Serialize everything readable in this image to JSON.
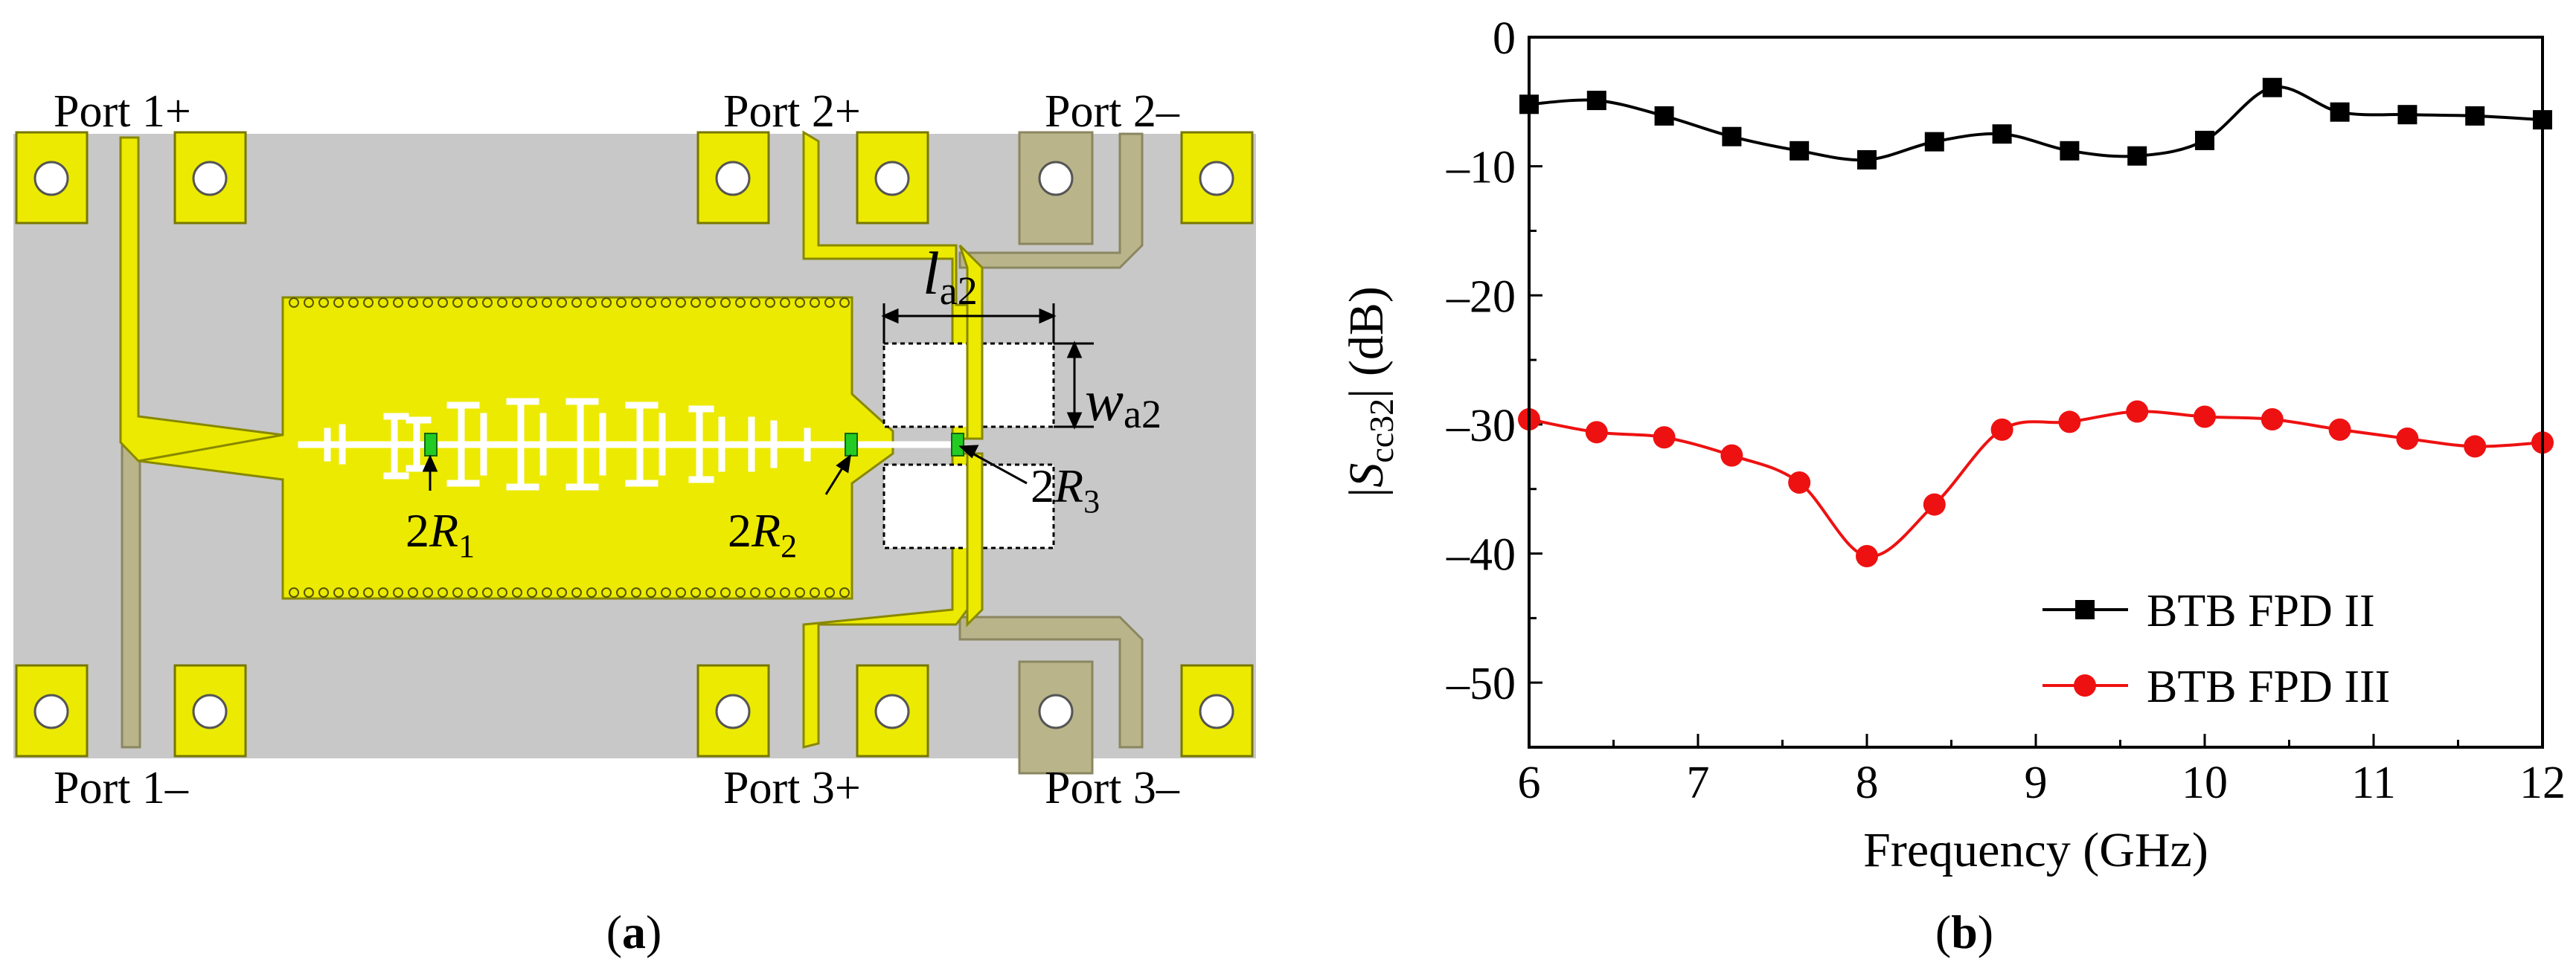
{
  "panel_a": {
    "caption": "a",
    "ports": {
      "p1_plus": "Port 1+",
      "p1_minus": "Port 1–",
      "p2_plus": "Port 2+",
      "p2_minus": "Port 2–",
      "p3_plus": "Port 3+",
      "p3_minus": "Port 3–"
    },
    "resistors": {
      "r1": {
        "prefix": "2",
        "sym": "R",
        "sub": "1"
      },
      "r2": {
        "prefix": "2",
        "sym": "R",
        "sub": "2"
      },
      "r3": {
        "prefix": "2",
        "sym": "R",
        "sub": "3"
      }
    },
    "dims": {
      "la2": {
        "sym": "l",
        "sub": "a2"
      },
      "wa2": {
        "sym": "w",
        "sub": "a2"
      }
    },
    "colors": {
      "substrate": "#c8c8c8",
      "copper": "#ecea00",
      "bottom_copper": "#b9b48a",
      "resistor": "#22cc22"
    }
  },
  "panel_b": {
    "caption": "b",
    "chart_data": {
      "type": "line",
      "xlabel": "Frequency (GHz)",
      "ylabel": {
        "pre": "|",
        "sym": "S",
        "sub": "cc32",
        "post": "| (dB)"
      },
      "xlim": [
        6,
        12
      ],
      "ylim": [
        -55,
        0
      ],
      "xticks": [
        6,
        7,
        8,
        9,
        10,
        11,
        12
      ],
      "yticks": [
        0,
        -10,
        -20,
        -30,
        -40,
        -50
      ],
      "ytick_labels": [
        "0",
        "–10",
        "–20",
        "–30",
        "–40",
        "–50"
      ],
      "grid": false,
      "legend_position": "bottom-right",
      "series": [
        {
          "name": "BTB FPD II",
          "color": "#000000",
          "marker": "square",
          "x": [
            6.0,
            6.4,
            6.8,
            7.2,
            7.6,
            8.0,
            8.4,
            8.8,
            9.2,
            9.6,
            10.0,
            10.4,
            10.8,
            11.2,
            11.6,
            12.0
          ],
          "y": [
            -5.2,
            -4.9,
            -6.1,
            -7.7,
            -8.8,
            -9.5,
            -8.1,
            -7.5,
            -8.8,
            -9.2,
            -8.0,
            -3.9,
            -5.8,
            -6.0,
            -6.1,
            -6.4
          ]
        },
        {
          "name": "BTB FPD III",
          "color": "#ee1111",
          "marker": "circle",
          "x": [
            6.0,
            6.4,
            6.8,
            7.2,
            7.6,
            8.0,
            8.4,
            8.8,
            9.2,
            9.6,
            10.0,
            10.4,
            10.8,
            11.2,
            11.6,
            12.0
          ],
          "y": [
            -29.6,
            -30.6,
            -31.0,
            -32.4,
            -34.5,
            -40.2,
            -36.2,
            -30.4,
            -29.8,
            -29.0,
            -29.4,
            -29.6,
            -30.4,
            -31.1,
            -31.7,
            -31.4
          ]
        }
      ]
    }
  }
}
